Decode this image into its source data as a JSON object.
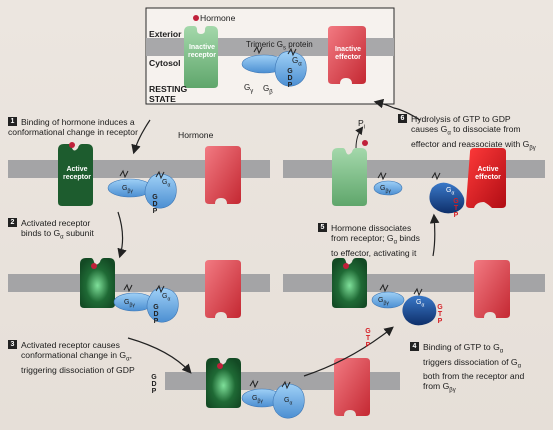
{
  "top": {
    "hormone": "Hormone",
    "exterior": "Exterior",
    "cytosol": "Cytosol",
    "resting_1": "RESTING",
    "resting_2": "STATE",
    "inactive_receptor_1": "Inactive",
    "inactive_receptor_2": "receptor",
    "trimeric": "Trimeric G",
    "trimeric_sub": "s",
    "trimeric_suffix": " protein",
    "inactive_effector_1": "Inactive",
    "inactive_effector_2": "effector"
  },
  "subunits": {
    "gamma": "G",
    "gamma_sub": "γ",
    "beta": "G",
    "beta_sub": "β",
    "alpha": "G",
    "alpha_sub": "α",
    "betagamma_sub": "βγ"
  },
  "nucleotides": {
    "gdp": [
      "G",
      "D",
      "P"
    ],
    "gtp": [
      "G",
      "T",
      "P"
    ]
  },
  "steps": {
    "s1": {
      "num": "1",
      "text": "Binding of hormone induces a conformational change in receptor",
      "hormone": "Hormone"
    },
    "s2": {
      "num": "2",
      "text_a": "Activated receptor",
      "text_b": "binds to G",
      "text_sub": "α",
      "text_c": " subunit"
    },
    "s3": {
      "num": "3",
      "text_a": "Activated receptor causes",
      "text_b": "conformational change in G",
      "text_sub": "α",
      "text_c": ",",
      "text_d": "triggering dissociation of GDP"
    },
    "s4": {
      "num": "4",
      "text_a": "Binding of GTP to G",
      "text_sub_a": "α",
      "text_b": "triggers dissociation of G",
      "text_sub_b": "α",
      "text_c": "both from the receptor and",
      "text_d": "from G",
      "text_sub_d": "βγ"
    },
    "s5": {
      "num": "5",
      "text_a": "Hormone dissociates",
      "text_b": "from receptor; G",
      "text_sub": "α",
      "text_c": " binds",
      "text_d": "to effector, activating it"
    },
    "s6": {
      "num": "6",
      "text_a": "Hydrolysis of GTP to GDP",
      "text_b": "causes G",
      "text_sub_b": "α",
      "text_c": " to dissociate from",
      "text_d": "effector and reassociate with G",
      "text_sub_d": "βγ"
    }
  },
  "labels": {
    "active_receptor_1": "Active",
    "active_receptor_2": "receptor",
    "active_effector_1": "Active",
    "active_effector_2": "effector",
    "pi": "P",
    "pi_sub": "i"
  },
  "colors": {
    "membrane": "#a6a6a8",
    "receptor_inactive": "#79b884",
    "receptor_active": "#1b5e2e",
    "effector": "#e0404b",
    "effector_active": "#d6161d",
    "galpha": "#4a8fd0",
    "gbg": "#78b3e6",
    "hormone": "#c0203a"
  }
}
